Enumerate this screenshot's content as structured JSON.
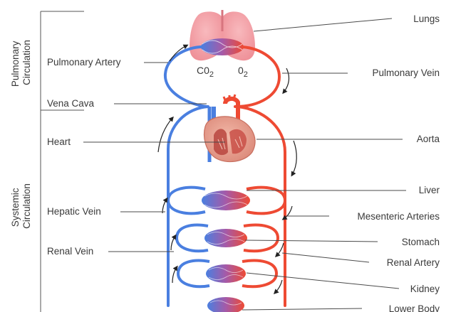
{
  "colors": {
    "oxygenated": "#ee4a33",
    "deoxygenated": "#4a7fe0",
    "lungs": "#f2a0a6",
    "heart_muscle": "#e8a595",
    "capillary_mix": "#9a5fb0",
    "leader_line": "#4a4a4a",
    "bracket": "#555555",
    "arrow": "#222222"
  },
  "side_labels": {
    "pulmonary": [
      "Pulmonary",
      "Circulation"
    ],
    "systemic": [
      "Systemic",
      "Circulation"
    ]
  },
  "gases": {
    "co2_main": "C0",
    "co2_sub": "2",
    "o2_main": "0",
    "o2_sub": "2"
  },
  "left_labels": {
    "pulmonary_artery": "Pulmonary Artery",
    "vena_cava": "Vena Cava",
    "heart": "Heart",
    "hepatic_vein": "Hepatic Vein",
    "renal_vein": "Renal Vein"
  },
  "right_labels": {
    "lungs": "Lungs",
    "pulmonary_vein": "Pulmonary Vein",
    "aorta": "Aorta",
    "liver": "Liver",
    "mesenteric_arteries": "Mesenteric Arteries",
    "stomach": "Stomach",
    "renal_artery": "Renal Artery",
    "kidney": "Kidney",
    "lower_body": "Lower Body"
  }
}
